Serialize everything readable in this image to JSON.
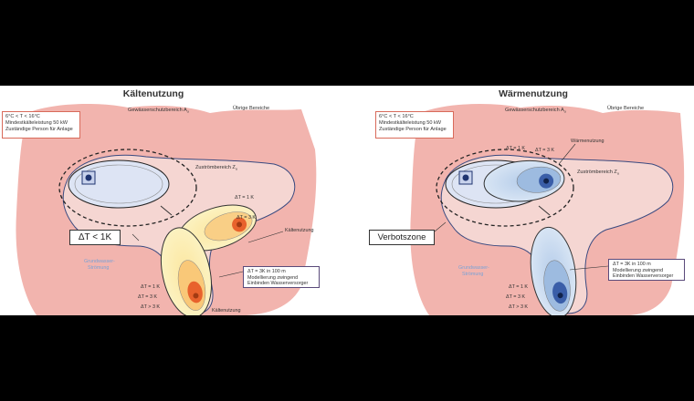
{
  "left": {
    "title": "Kältenutzung",
    "gewaesser_label": "Gewässerschutzbereich A",
    "gewaesser_sub": "u",
    "uebrige_label": "Übrige Bereiche",
    "info_lines": [
      "6°C < T < 16°C",
      "Mindestkälteleistung 50 kW",
      "Zuständige Person für Anlage"
    ],
    "zustrom_label": "Zuströmbereich Z",
    "zustrom_sub": "u",
    "dt_callout": "ΔT < 1K",
    "flow_label_1": "Grundwasser-",
    "flow_label_2": "Strömung",
    "upper_plume": {
      "dt1": "ΔT = 1 K",
      "dt3": "ΔT = 3 K",
      "use": "Kältenutzung"
    },
    "lower_plume": {
      "dt1": "ΔT = 1 K",
      "dt3": "ΔT = 3 K",
      "dt_gt3": "ΔT > 3 K",
      "use": "Kältenutzung"
    },
    "note_lines": [
      "ΔT = 3K in 100 m",
      "Modellierung zwingend",
      "Einbinden Wasserversorger"
    ],
    "colors": {
      "plume_outer": "#fbf1b4",
      "plume_mid": "#f7c07a",
      "plume_core": "#e8622c"
    }
  },
  "right": {
    "title": "Wärmenutzung",
    "gewaesser_label": "Gewässerschutzbereich A",
    "gewaesser_sub": "u",
    "uebrige_label": "Übrige Bereiche",
    "info_lines": [
      "6°C < T < 16°C",
      "Mindestkälteleistung 50 kW",
      "Zuständige Person für Anlage"
    ],
    "zustrom_label": "Zuströmbereich Z",
    "zustrom_sub": "u",
    "verbot_callout": "Verbotszone",
    "flow_label_1": "Grundwasser-",
    "flow_label_2": "Strömung",
    "upper_plume": {
      "dt1": "ΔT = 1 K",
      "dt3": "ΔT = 3 K",
      "use": "Wärmenutzung"
    },
    "lower_plume": {
      "dt1": "ΔT = 1 K",
      "dt3": "ΔT = 3 K",
      "dt_gt3": "ΔT > 3 K"
    },
    "note_lines": [
      "ΔT = 3K in 100 m",
      "Modellierung zwingend",
      "Einbinden Wasserversorger"
    ],
    "colors": {
      "plume_outer": "#c9dcf0",
      "plume_mid": "#8fb3dc",
      "plume_core": "#3a5ea8"
    }
  },
  "colors": {
    "background_zone": "#f2b4ae",
    "zustrom_fill": "#f4d2ce",
    "well_fill": "#dde4f4",
    "well_dot": "#1f3470"
  }
}
